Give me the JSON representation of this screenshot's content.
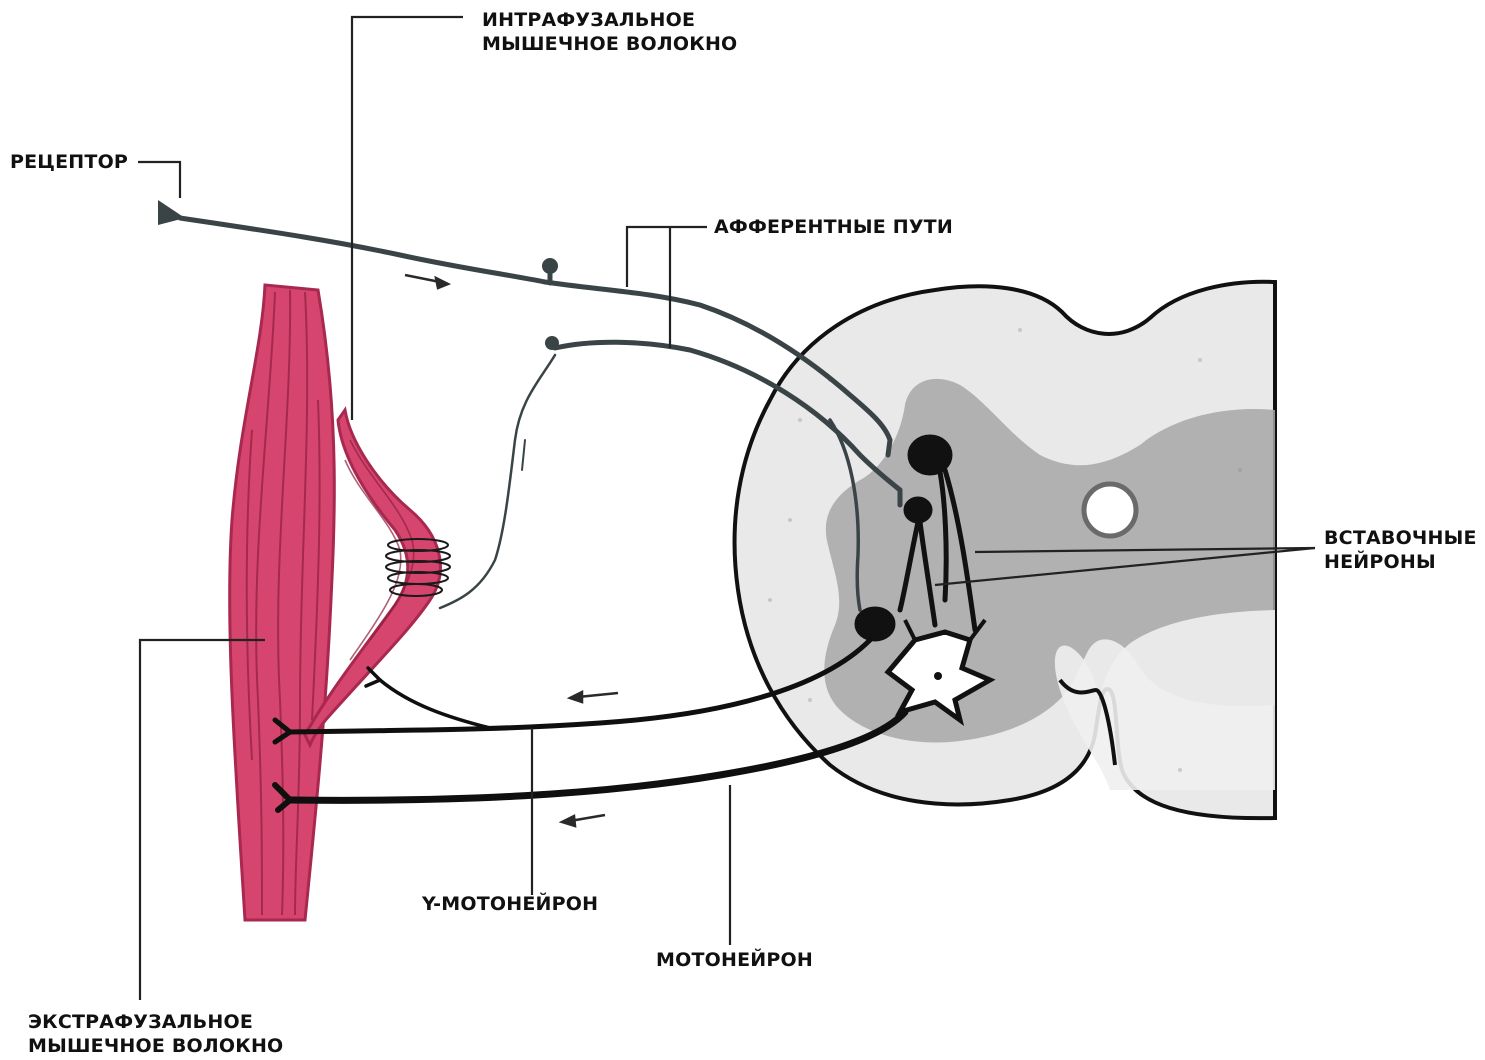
{
  "labels": {
    "intrafusal": {
      "line1": "ИНТРАФУЗАЛЬНОЕ",
      "line2": "МЫШЕЧНОЕ ВОЛОКНО"
    },
    "receptor": "РЕЦЕПТОР",
    "afferent": "АФФЕРЕНТНЫЕ ПУТИ",
    "interneurons": {
      "line1": "ВСТАВОЧНЫЕ",
      "line2": "НЕЙРОНЫ"
    },
    "gamma_motoneuron": "Y-МОТОНЕЙРОН",
    "motoneuron": "МОТОНЕЙРОН",
    "extrafusal": {
      "line1": "ЭКСТРАФУЗАЛЬНОЕ",
      "line2": "МЫШЕЧНОЕ ВОЛОКНО"
    }
  },
  "colors": {
    "muscle": "#d6456d",
    "muscle_dark": "#a8284f",
    "afferent": "#3a4446",
    "efferent": "#0f0f0f",
    "cord_white": "#e9e9e9",
    "cord_gray": "#a7a7a7",
    "leader": "#222222"
  }
}
